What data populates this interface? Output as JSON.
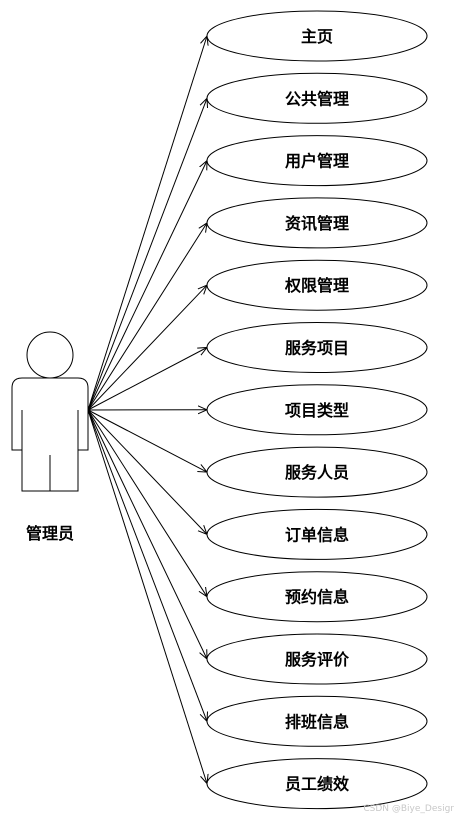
{
  "actor": {
    "label": "管理员"
  },
  "use_cases": [
    "主页",
    "公共管理",
    "用户管理",
    "资讯管理",
    "权限管理",
    "服务项目",
    "项目类型",
    "服务人员",
    "订单信息",
    "预约信息",
    "服务评价",
    "排班信息",
    "员工绩效"
  ],
  "watermark": "CSDN @Biye_Desigr",
  "colors": {
    "stroke": "#000000",
    "background": "#ffffff",
    "watermark": "#c8c8c8"
  }
}
